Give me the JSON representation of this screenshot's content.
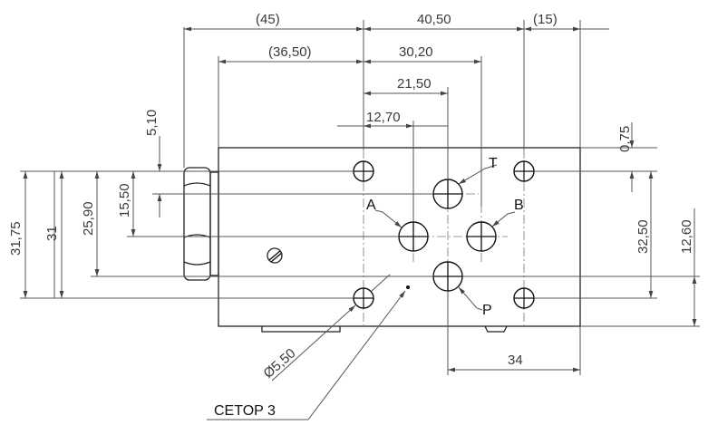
{
  "dimensions_top": {
    "d45": "45",
    "d40_50": "40,50",
    "d15": "15",
    "d36_50": "36,50",
    "d30_20": "30,20",
    "d21_50": "21,50",
    "d12_70": "12,70"
  },
  "dimensions_left": {
    "d5_10": "5,10",
    "d31_75": "31,75",
    "d31": "31",
    "d25_90": "25,90",
    "d15_50": "15,50"
  },
  "dimensions_right": {
    "d0_75": "0,75",
    "d32_50": "32,50",
    "d12_60": "12,60"
  },
  "dimensions_bottom": {
    "d34": "34",
    "hole_dia": "5,50",
    "dia_symbol": "Ø"
  },
  "ports": {
    "t": "T",
    "a": "A",
    "b": "B",
    "p": "P"
  },
  "interface": {
    "label": "CETOP 3"
  }
}
